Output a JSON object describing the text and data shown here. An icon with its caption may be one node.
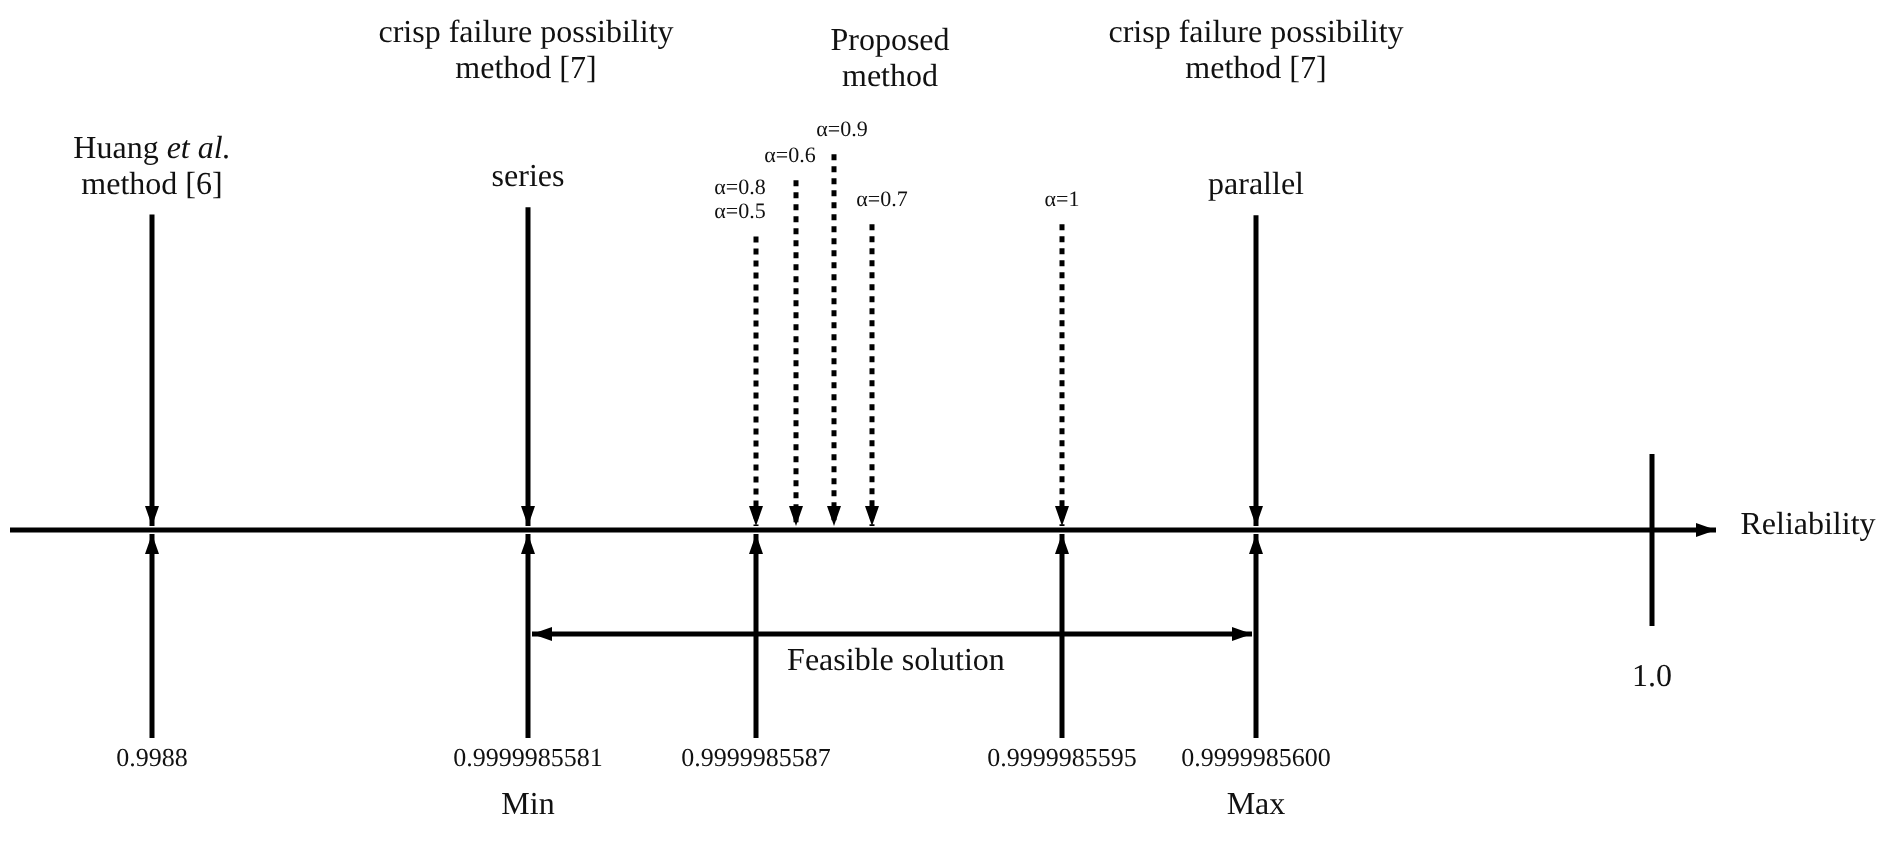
{
  "diagram": {
    "nodes": [
      {
        "text": [
          "Huang *et al.* method [6]"
        ]
      },
      {
        "text": [
          "series"
        ]
      },
      {
        "text": [
          "α=0.8",
          "α=0.5"
        ]
      },
      {
        "text": [
          "α=0.6"
        ]
      },
      {
        "text": [
          "α=0.9"
        ]
      },
      {
        "text": [
          "α=0.7"
        ]
      },
      {
        "text": [
          "α=1"
        ]
      },
      {
        "text": [
          "parallel"
        ]
      },
      {
        "text": [
          "0.9988"
        ]
      },
      {
        "text": [
          "0.9999985581"
        ],
        "beside": [
          "Min"
        ]
      },
      {
        "text": [
          "0.9999985587"
        ]
      },
      {
        "text": [
          "0.9999985595"
        ]
      },
      {
        "text": [
          "0.9999985600"
        ],
        "beside": [
          "Max"
        ]
      }
    ],
    "edges": [
      {
        "from": 0,
        "to": null,
        "arrow": "to"
      },
      {
        "from": 1,
        "to": null,
        "arrow": "to"
      },
      {
        "from": 2,
        "to": null,
        "arrow": "to",
        "style": "dashed"
      },
      {
        "from": 3,
        "to": null,
        "arrow": "to",
        "style": "dashed"
      },
      {
        "from": 4,
        "to": null,
        "arrow": "to",
        "style": "dashed"
      },
      {
        "from": 5,
        "to": null,
        "arrow": "to",
        "style": "dashed"
      },
      {
        "from": 6,
        "to": null,
        "arrow": "to",
        "style": "dashed"
      },
      {
        "from": 7,
        "to": null,
        "arrow": "to"
      },
      {
        "from": 8,
        "to": null,
        "arrow": "to"
      },
      {
        "from": 9,
        "to": null,
        "arrow": "to"
      },
      {
        "from": 10,
        "to": null,
        "arrow": "to"
      },
      {
        "from": 11,
        "to": null,
        "arrow": "to"
      },
      {
        "from": 12,
        "to": null,
        "arrow": "to"
      }
    ],
    "labels": [
      "crisp failure possibility method [7]",
      "Proposed method",
      "crisp failure possibility method [7]",
      "Reliability",
      "Feasible solution",
      "1.0"
    ]
  }
}
